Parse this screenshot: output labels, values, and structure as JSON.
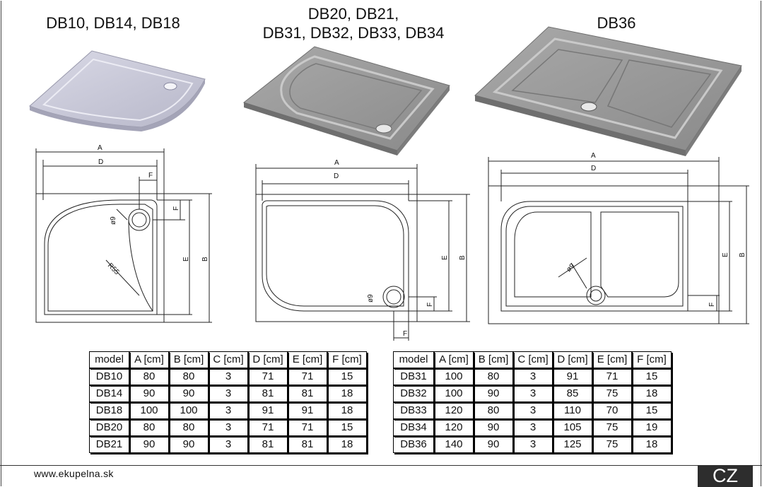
{
  "titles": {
    "left": "DB10, DB14, DB18",
    "middle_line1": "DB20, DB21,",
    "middle_line2": "DB31, DB32, DB33, DB34",
    "right": "DB36"
  },
  "dimension_labels": {
    "a": "A",
    "b": "B",
    "d": "D",
    "e": "E",
    "f": "F",
    "radius": "R55",
    "drain": "ø9"
  },
  "table_left": {
    "headers": [
      "model",
      "A [cm]",
      "B [cm]",
      "C [cm]",
      "D [cm]",
      "E [cm]",
      "F [cm]"
    ],
    "rows": [
      [
        "DB10",
        "80",
        "80",
        "3",
        "71",
        "71",
        "15"
      ],
      [
        "DB14",
        "90",
        "90",
        "3",
        "81",
        "81",
        "18"
      ],
      [
        "DB18",
        "100",
        "100",
        "3",
        "91",
        "91",
        "18"
      ],
      [
        "DB20",
        "80",
        "80",
        "3",
        "71",
        "71",
        "15"
      ],
      [
        "DB21",
        "90",
        "90",
        "3",
        "81",
        "81",
        "18"
      ]
    ]
  },
  "table_right": {
    "headers": [
      "model",
      "A [cm]",
      "B [cm]",
      "C [cm]",
      "D [cm]",
      "E [cm]",
      "F [cm]"
    ],
    "rows": [
      [
        "DB31",
        "100",
        "80",
        "3",
        "91",
        "71",
        "15"
      ],
      [
        "DB32",
        "100",
        "90",
        "3",
        "85",
        "75",
        "18"
      ],
      [
        "DB33",
        "120",
        "80",
        "3",
        "110",
        "70",
        "15"
      ],
      [
        "DB34",
        "120",
        "90",
        "3",
        "105",
        "75",
        "19"
      ],
      [
        "DB36",
        "140",
        "90",
        "3",
        "125",
        "75",
        "18"
      ]
    ]
  },
  "footer": {
    "url": "www.ekupelna.sk",
    "lang": "CZ"
  }
}
